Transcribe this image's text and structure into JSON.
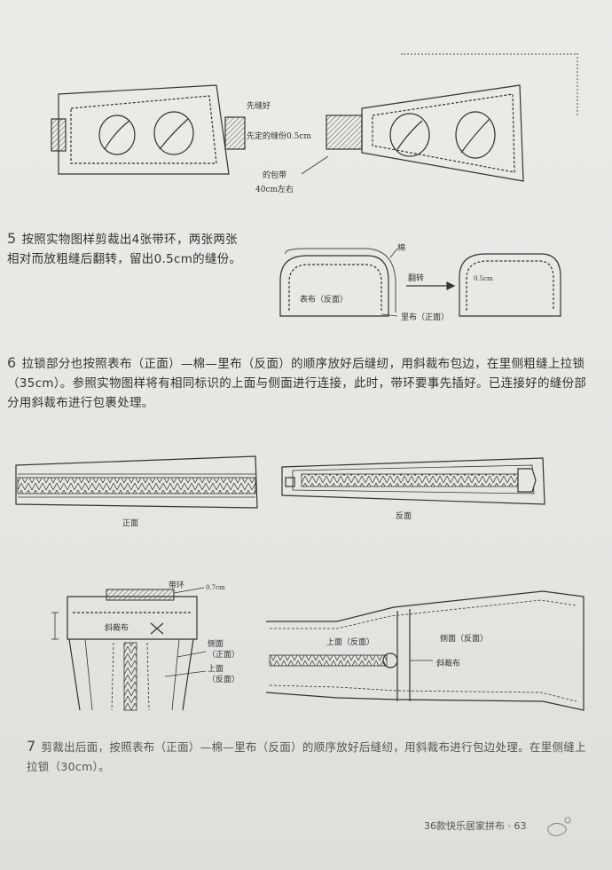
{
  "step5": {
    "number": "5",
    "text": "按照实物图样剪裁出4张带环，两张两张相对而放粗缝后翻转，留出0.5cm的缝份。"
  },
  "step6": {
    "number": "6",
    "text": "拉锁部分也按照表布（正面）—棉—里布（反面）的顺序放好后缝纫，用斜裁布包边，在里侧粗缝上拉锁（35cm）。参照实物图样将有相同标识的上面与侧面进行连接，此时，带环要事先插好。已连接好的缝份部分用斜裁布进行包裹处理。"
  },
  "step7": {
    "number": "7",
    "text": "剪裁出后面，按照表布（正面）—棉—里布（反面）的顺序放好后缝纫，用斜裁布进行包边处理。在里侧缝上拉锁（30cm）。"
  },
  "labels": {
    "fig1_a": "先缝好",
    "fig1_b": "先定的缝份0.5cm",
    "fig1_c": "的包带",
    "fig1_d": "40cm左右",
    "fig2_cotton": "棉",
    "fig2_flip": "翻转",
    "fig2_outer": "表布（反面）",
    "fig2_lining": "里布（正面）",
    "fig2_seam": "0.5cm",
    "fig3_front": "正面",
    "fig3_back": "反面",
    "fig4_loop": "带环",
    "fig4_seam": "0.7cm",
    "fig4_bias": "斜裁布",
    "fig4_side_a": "侧面",
    "fig4_side_a2": "（正面）",
    "fig4_top": "上面",
    "fig4_top2": "（反面）",
    "fig5_top": "上面（反面）",
    "fig5_side": "侧面（反面）",
    "fig5_bias": "斜裁布"
  },
  "footer": {
    "text": "36款快乐居家拼布 · 63"
  }
}
